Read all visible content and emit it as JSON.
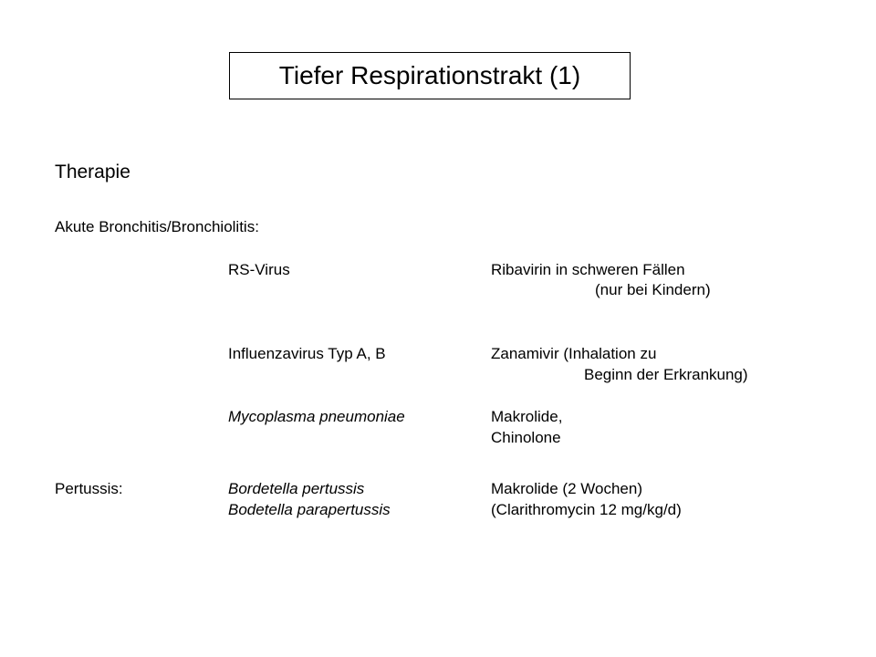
{
  "title": "Tiefer Respirationstrakt (1)",
  "section_heading": "Therapie",
  "bronchitis": {
    "label": "Akute Bronchitis/Bronchiolitis:",
    "rows": [
      {
        "pathogen": "RS-Virus",
        "therapy_line1": "Ribavirin in schweren Fällen",
        "therapy_line2": "(nur bei Kindern)"
      },
      {
        "pathogen": "Influenzavirus Typ A, B",
        "therapy_line1": "Zanamivir (Inhalation zu",
        "therapy_line2": "Beginn der Erkrankung)"
      },
      {
        "pathogen": "Mycoplasma pneumoniae",
        "therapy_line1": "Makrolide,",
        "therapy_line2": "Chinolone"
      }
    ]
  },
  "pertussis": {
    "label": "Pertussis:",
    "pathogen_line1": "Bordetella pertussis",
    "pathogen_line2": "Bodetella parapertussis",
    "therapy_line1": "Makrolide (2 Wochen)",
    "therapy_line2": "(Clarithromycin 12 mg/kg/d)"
  }
}
